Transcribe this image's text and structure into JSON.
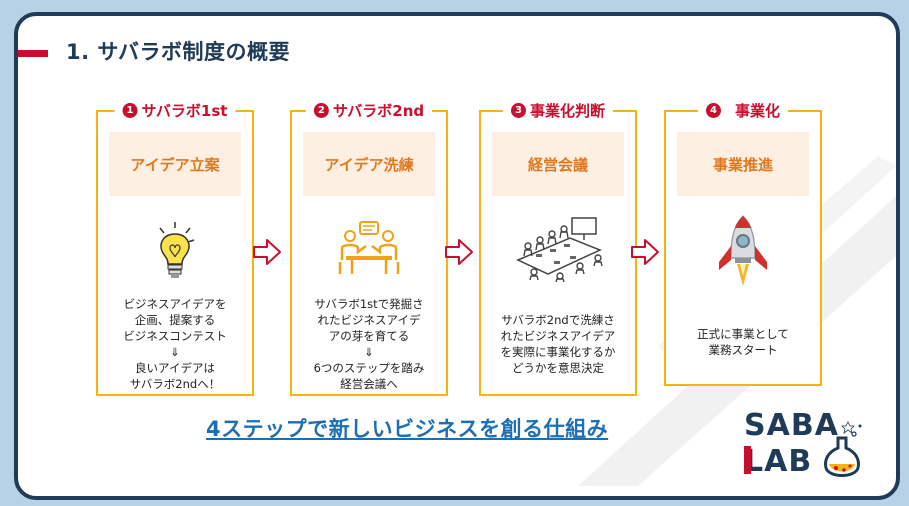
{
  "header": {
    "title": "1. サバラボ制度の概要"
  },
  "steps": [
    {
      "number": "1",
      "label": "サバラボ1st",
      "phase": "アイデア立案",
      "icon": "lightbulb-icon",
      "description": "ビジネスアイデアを\n企画、提案する\nビジネスコンテスト\n⇓\n良いアイデアは\nサバラボ2ndへ！"
    },
    {
      "number": "2",
      "label": "サバラボ2nd",
      "phase": "アイデア洗練",
      "icon": "discussion-icon",
      "description": "サバラボ1stで発掘さ\nれたビジネスアイデ\nアの芽を育てる\n⇓\n6つのステップを踏み\n経営会議へ"
    },
    {
      "number": "3",
      "label": "事業化判断",
      "phase": "経営会議",
      "icon": "meeting-icon",
      "description": "サバラボ2ndで洗練さ\nれたビジネスアイデア\nを実際に事業化するか\nどうかを意思決定"
    },
    {
      "number": "4",
      "label": "事業化",
      "phase": "事業推進",
      "icon": "rocket-icon",
      "description": "正式に事業として\n業務スタート"
    }
  ],
  "tagline": "4ステップで新しいビジネスを創る仕組み",
  "logo": {
    "line1": "SABA",
    "line2": "LAB"
  },
  "colors": {
    "accent_red": "#c8102e",
    "frame_navy": "#1f3b57",
    "step_border": "#f5b316",
    "phase_text": "#e2781e",
    "phase_bg": "#fdf0e2",
    "tagline_blue": "#1a6fb5"
  }
}
